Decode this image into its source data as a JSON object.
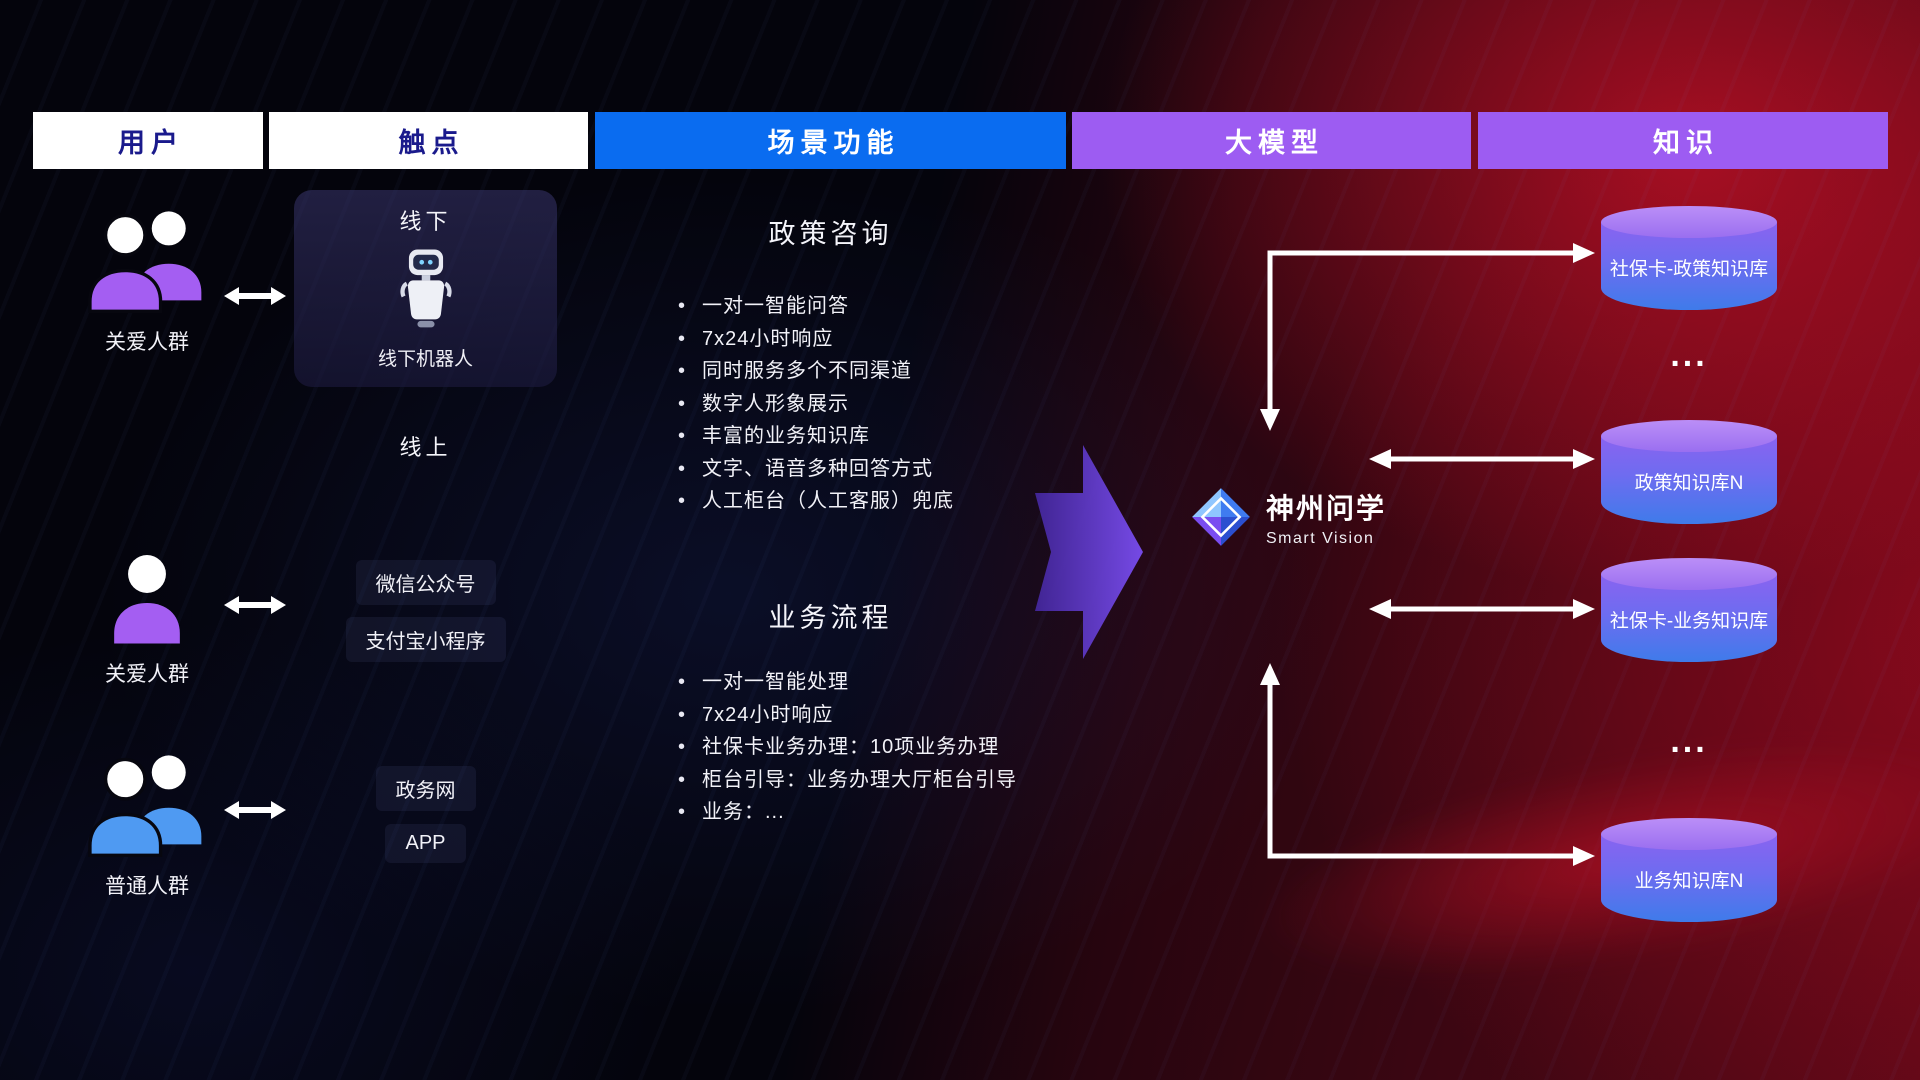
{
  "header": {
    "columns": [
      {
        "label": "用户",
        "style": "white"
      },
      {
        "label": "触点",
        "style": "white"
      },
      {
        "label": "场景功能",
        "style": "blue"
      },
      {
        "label": "大模型",
        "style": "purple"
      },
      {
        "label": "知识",
        "style": "purple"
      }
    ]
  },
  "users": [
    {
      "label": "关爱人群",
      "icon": "people-group-icon",
      "color": "purple"
    },
    {
      "label": "关爱人群",
      "icon": "person-icon",
      "color": "purple"
    },
    {
      "label": "普通人群",
      "icon": "people-group-icon",
      "color": "blue"
    }
  ],
  "touchpoints": {
    "offline": {
      "title": "线下",
      "robot_label": "线下机器人",
      "icon": "robot-icon"
    },
    "online_label": "线上",
    "channels": [
      "微信公众号",
      "支付宝小程序",
      "政务网",
      "APP"
    ]
  },
  "scenarios": [
    {
      "title": "政策咨询",
      "items": [
        "一对一智能问答",
        "7x24小时响应",
        "同时服务多个不同渠道",
        "数字人形象展示",
        "丰富的业务知识库",
        "文字、语音多种回答方式",
        "人工柜台（人工客服）兜底"
      ]
    },
    {
      "title": "业务流程",
      "items": [
        "一对一智能处理",
        "7x24小时响应",
        "社保卡业务办理：10项业务办理",
        "柜台引导：业务办理大厅柜台引导",
        "业务：..."
      ]
    }
  ],
  "model": {
    "name": "神州问学",
    "subtitle": "Smart Vision",
    "icon": "diamond-logo-icon"
  },
  "knowledge": {
    "cylinders": [
      "社保卡-政策知识库",
      "政策知识库N",
      "社保卡-业务知识库",
      "业务知识库N"
    ],
    "ellipsis": "..."
  },
  "colors": {
    "header-blue": "#0a6cf0",
    "header-purple": "#9d5cf2",
    "header-text-navy": "#1a1a8c",
    "user-purple": "#a45ef2",
    "user-blue": "#4f9af2",
    "cylinder-top": "#bb8ef7",
    "cylinder-mid": "#8a63f0",
    "cylinder-bottom": "#3f7bea",
    "flow-arrow-purple": "#6b3fe0"
  }
}
